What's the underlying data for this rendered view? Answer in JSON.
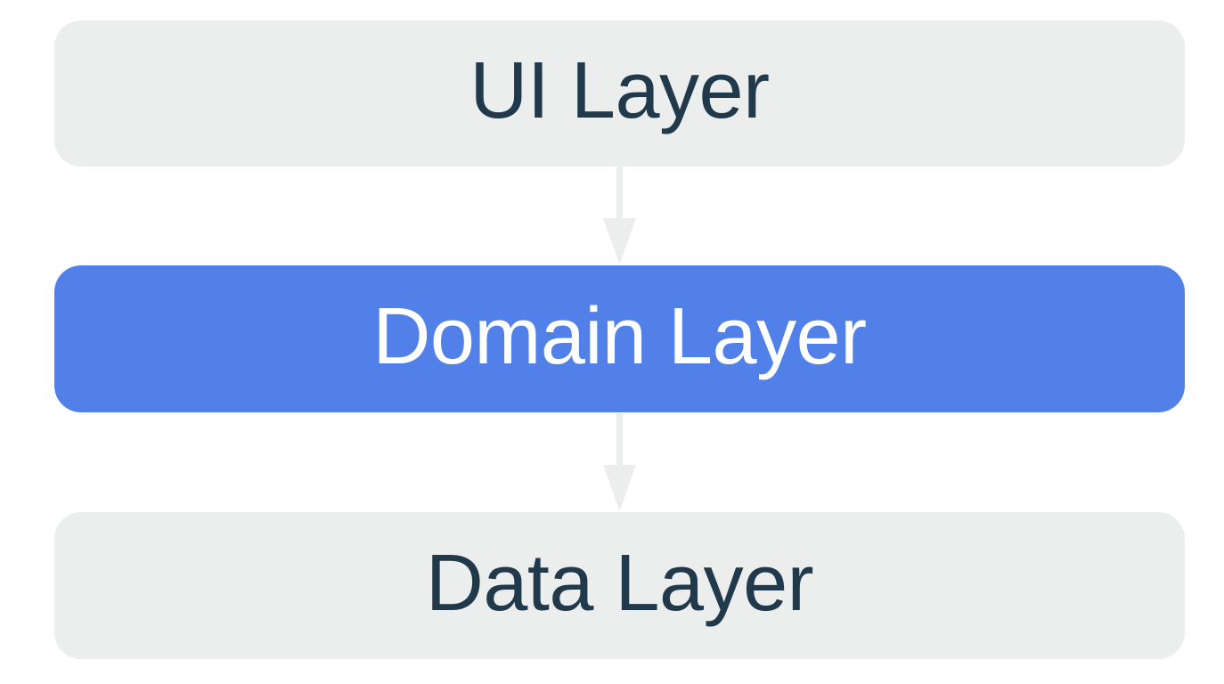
{
  "page": {
    "background": "#FFFFFF"
  },
  "diagram": {
    "type": "layered-architecture-flow",
    "layers": [
      {
        "id": "ui-layer",
        "label": "UI Layer",
        "background": "#ECEDED",
        "text_color": "#20394B",
        "highlighted": false
      },
      {
        "id": "domain-layer",
        "label": "Domain Layer",
        "background": "#5080E8",
        "text_color": "#FFFFFF",
        "highlighted": true
      },
      {
        "id": "data-layer",
        "label": "Data Layer",
        "background": "#ECEDED",
        "text_color": "#20394B",
        "highlighted": false
      }
    ],
    "arrows": [
      {
        "from": "ui-layer",
        "to": "domain-layer",
        "direction": "down",
        "color": "#ECEDED"
      },
      {
        "from": "domain-layer",
        "to": "data-layer",
        "direction": "down",
        "color": "#ECEDED"
      }
    ]
  }
}
